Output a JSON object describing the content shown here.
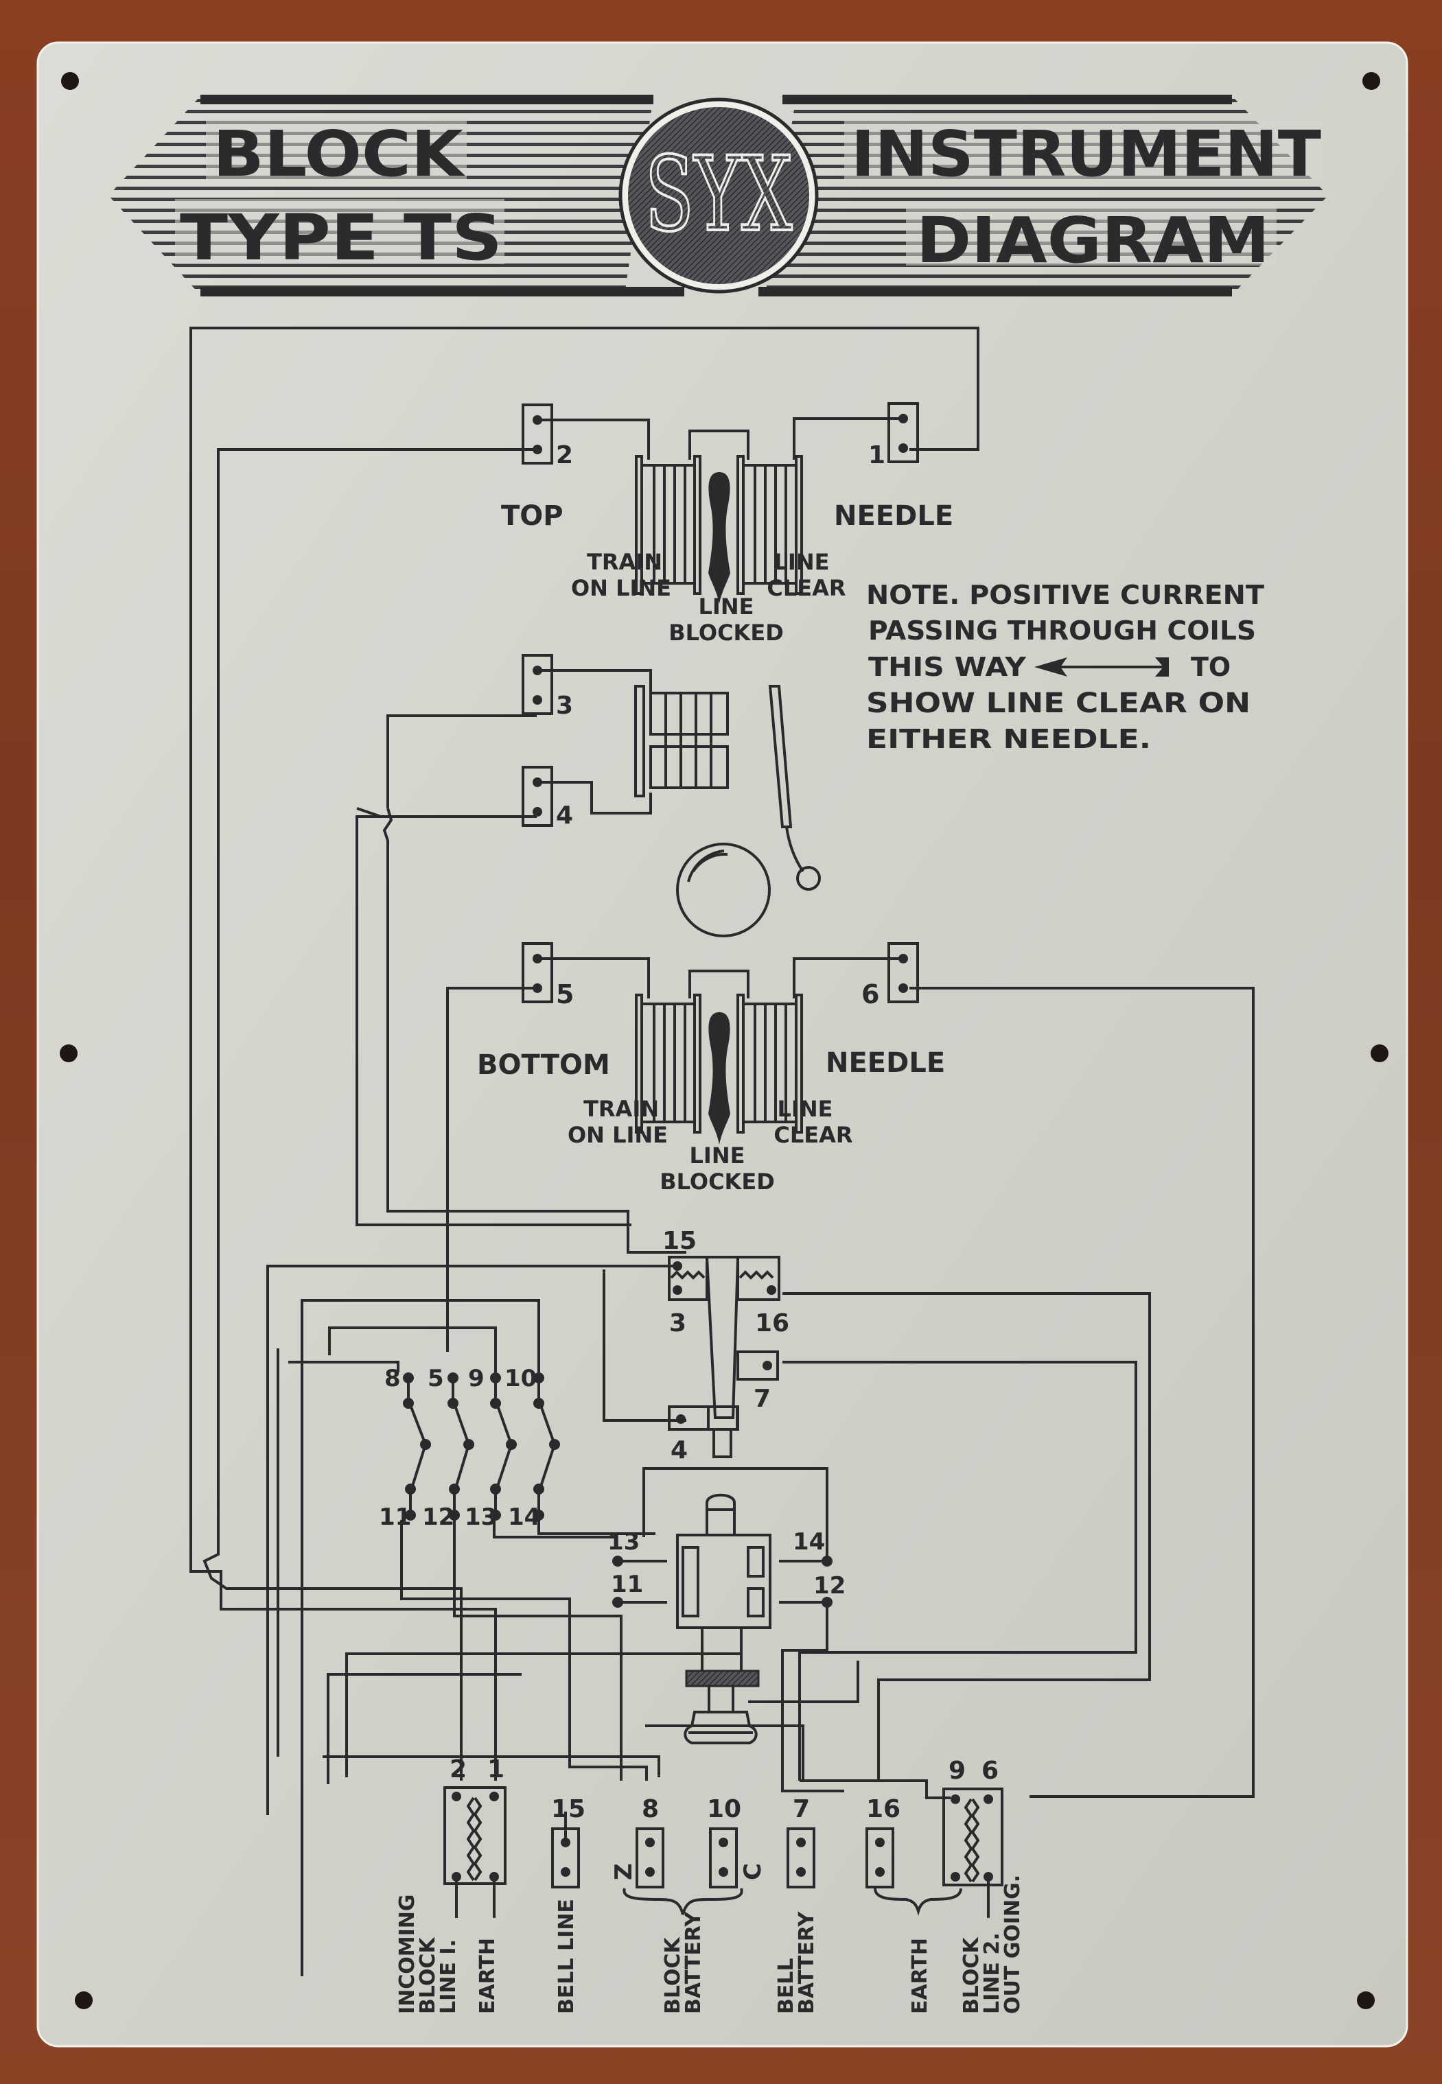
{
  "title": {
    "left_line1": "BLOCK",
    "left_line2": "TYPE TS",
    "logo": "SYX",
    "right_line1": "INSTRUMENT",
    "right_line2": "DIAGRAM"
  },
  "top_needle": {
    "left_word": "TOP",
    "right_word": "NEEDLE",
    "terminal_left": "2",
    "terminal_right": "1",
    "pos_left_1": "TRAIN",
    "pos_left_2": "ON LINE",
    "pos_center_1": "LINE",
    "pos_center_2": "BLOCKED",
    "pos_right_1": "LINE",
    "pos_right_2": "CLEAR"
  },
  "note": {
    "line1": "NOTE. POSITIVE CURRENT",
    "line2": "PASSING THROUGH COILS",
    "line3a": "THIS WAY",
    "line3b": "TO",
    "line4": "SHOW LINE CLEAR ON",
    "line5": "EITHER NEEDLE."
  },
  "bell": {
    "terminal_upper": "3",
    "terminal_lower": "4"
  },
  "bottom_needle": {
    "left_word": "BOTTOM",
    "right_word": "NEEDLE",
    "terminal_left": "5",
    "terminal_right": "6",
    "pos_left_1": "TRAIN",
    "pos_left_2": "ON LINE",
    "pos_center_1": "LINE",
    "pos_center_2": "BLOCKED",
    "pos_right_1": "LINE",
    "pos_right_2": "CLEAR"
  },
  "plunger_switch": {
    "t15": "15",
    "t3": "3",
    "t16": "16",
    "t7": "7",
    "t4": "4"
  },
  "commutator": {
    "top_labels": [
      "8",
      "5",
      "9",
      "10"
    ],
    "bottom_labels": [
      "11",
      "12",
      "13",
      "14"
    ]
  },
  "key": {
    "left_top": "13",
    "left_bottom": "11",
    "right_top": "14",
    "right_bottom": "12"
  },
  "terminals": {
    "line1_a": "2",
    "line1_b": "1",
    "bell_line": "15",
    "block_batt_z": "8",
    "block_batt_c": "10",
    "bell_batt": "7",
    "earth": "16",
    "line2_a": "9",
    "line2_b": "6",
    "z_mark": "Z",
    "c_mark": "C"
  },
  "bottom_labels": {
    "incoming_1": "INCOMING",
    "incoming_2": "BLOCK",
    "incoming_3": "LINE I.",
    "earth_left": "EARTH",
    "bell_line": "BELL LINE",
    "block_batt_1": "BLOCK",
    "block_batt_2": "BATTERY",
    "bell_batt_1": "BELL",
    "bell_batt_2": "BATTERY",
    "earth_right": "EARTH",
    "outgoing_1": "BLOCK",
    "outgoing_2": "LINE 2.",
    "outgoing_3": "OUT GOING."
  },
  "colors": {
    "plate": "#d3d3cc",
    "ink": "#2a2a2c",
    "wood": "#8a3e22"
  }
}
